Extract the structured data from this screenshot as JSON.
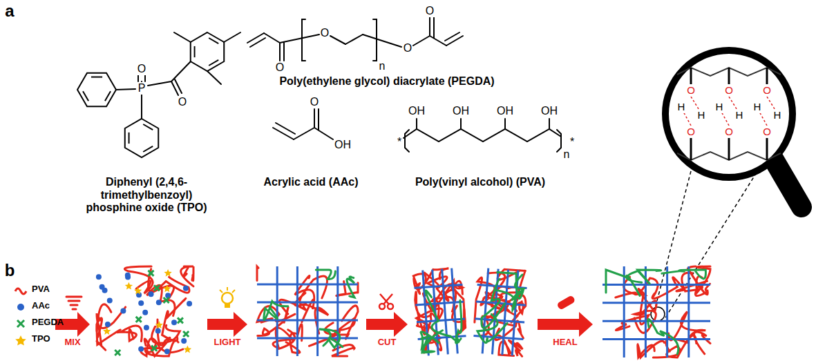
{
  "diagram": {
    "labels": [
      "a",
      "O",
      "P",
      "O",
      "Diphenyl (2,4,6-trimethylbenzoyl) phosphine oxide (TPO)",
      "O",
      "O",
      "n",
      "O",
      "O",
      "Poly(ethylene glycol) diacrylate (PEGDA)",
      "O",
      "OH",
      "Acrylic acid (AAc)",
      "OH",
      "OH",
      "OH",
      "OH",
      "*",
      "n",
      "*",
      "Poly(vinyl alcohol) (PVA)",
      "b",
      "MIX",
      "LIGHT",
      "CUT",
      "HEAL",
      "O",
      "H",
      "O",
      "H",
      "O",
      "H",
      "O",
      "H",
      "O",
      "H",
      "O",
      "H"
    ],
    "legend": [
      {
        "text": "PVA"
      },
      {
        "text": "AAc"
      },
      {
        "text": "PEGDA"
      },
      {
        "text": "TPO"
      }
    ]
  }
}
